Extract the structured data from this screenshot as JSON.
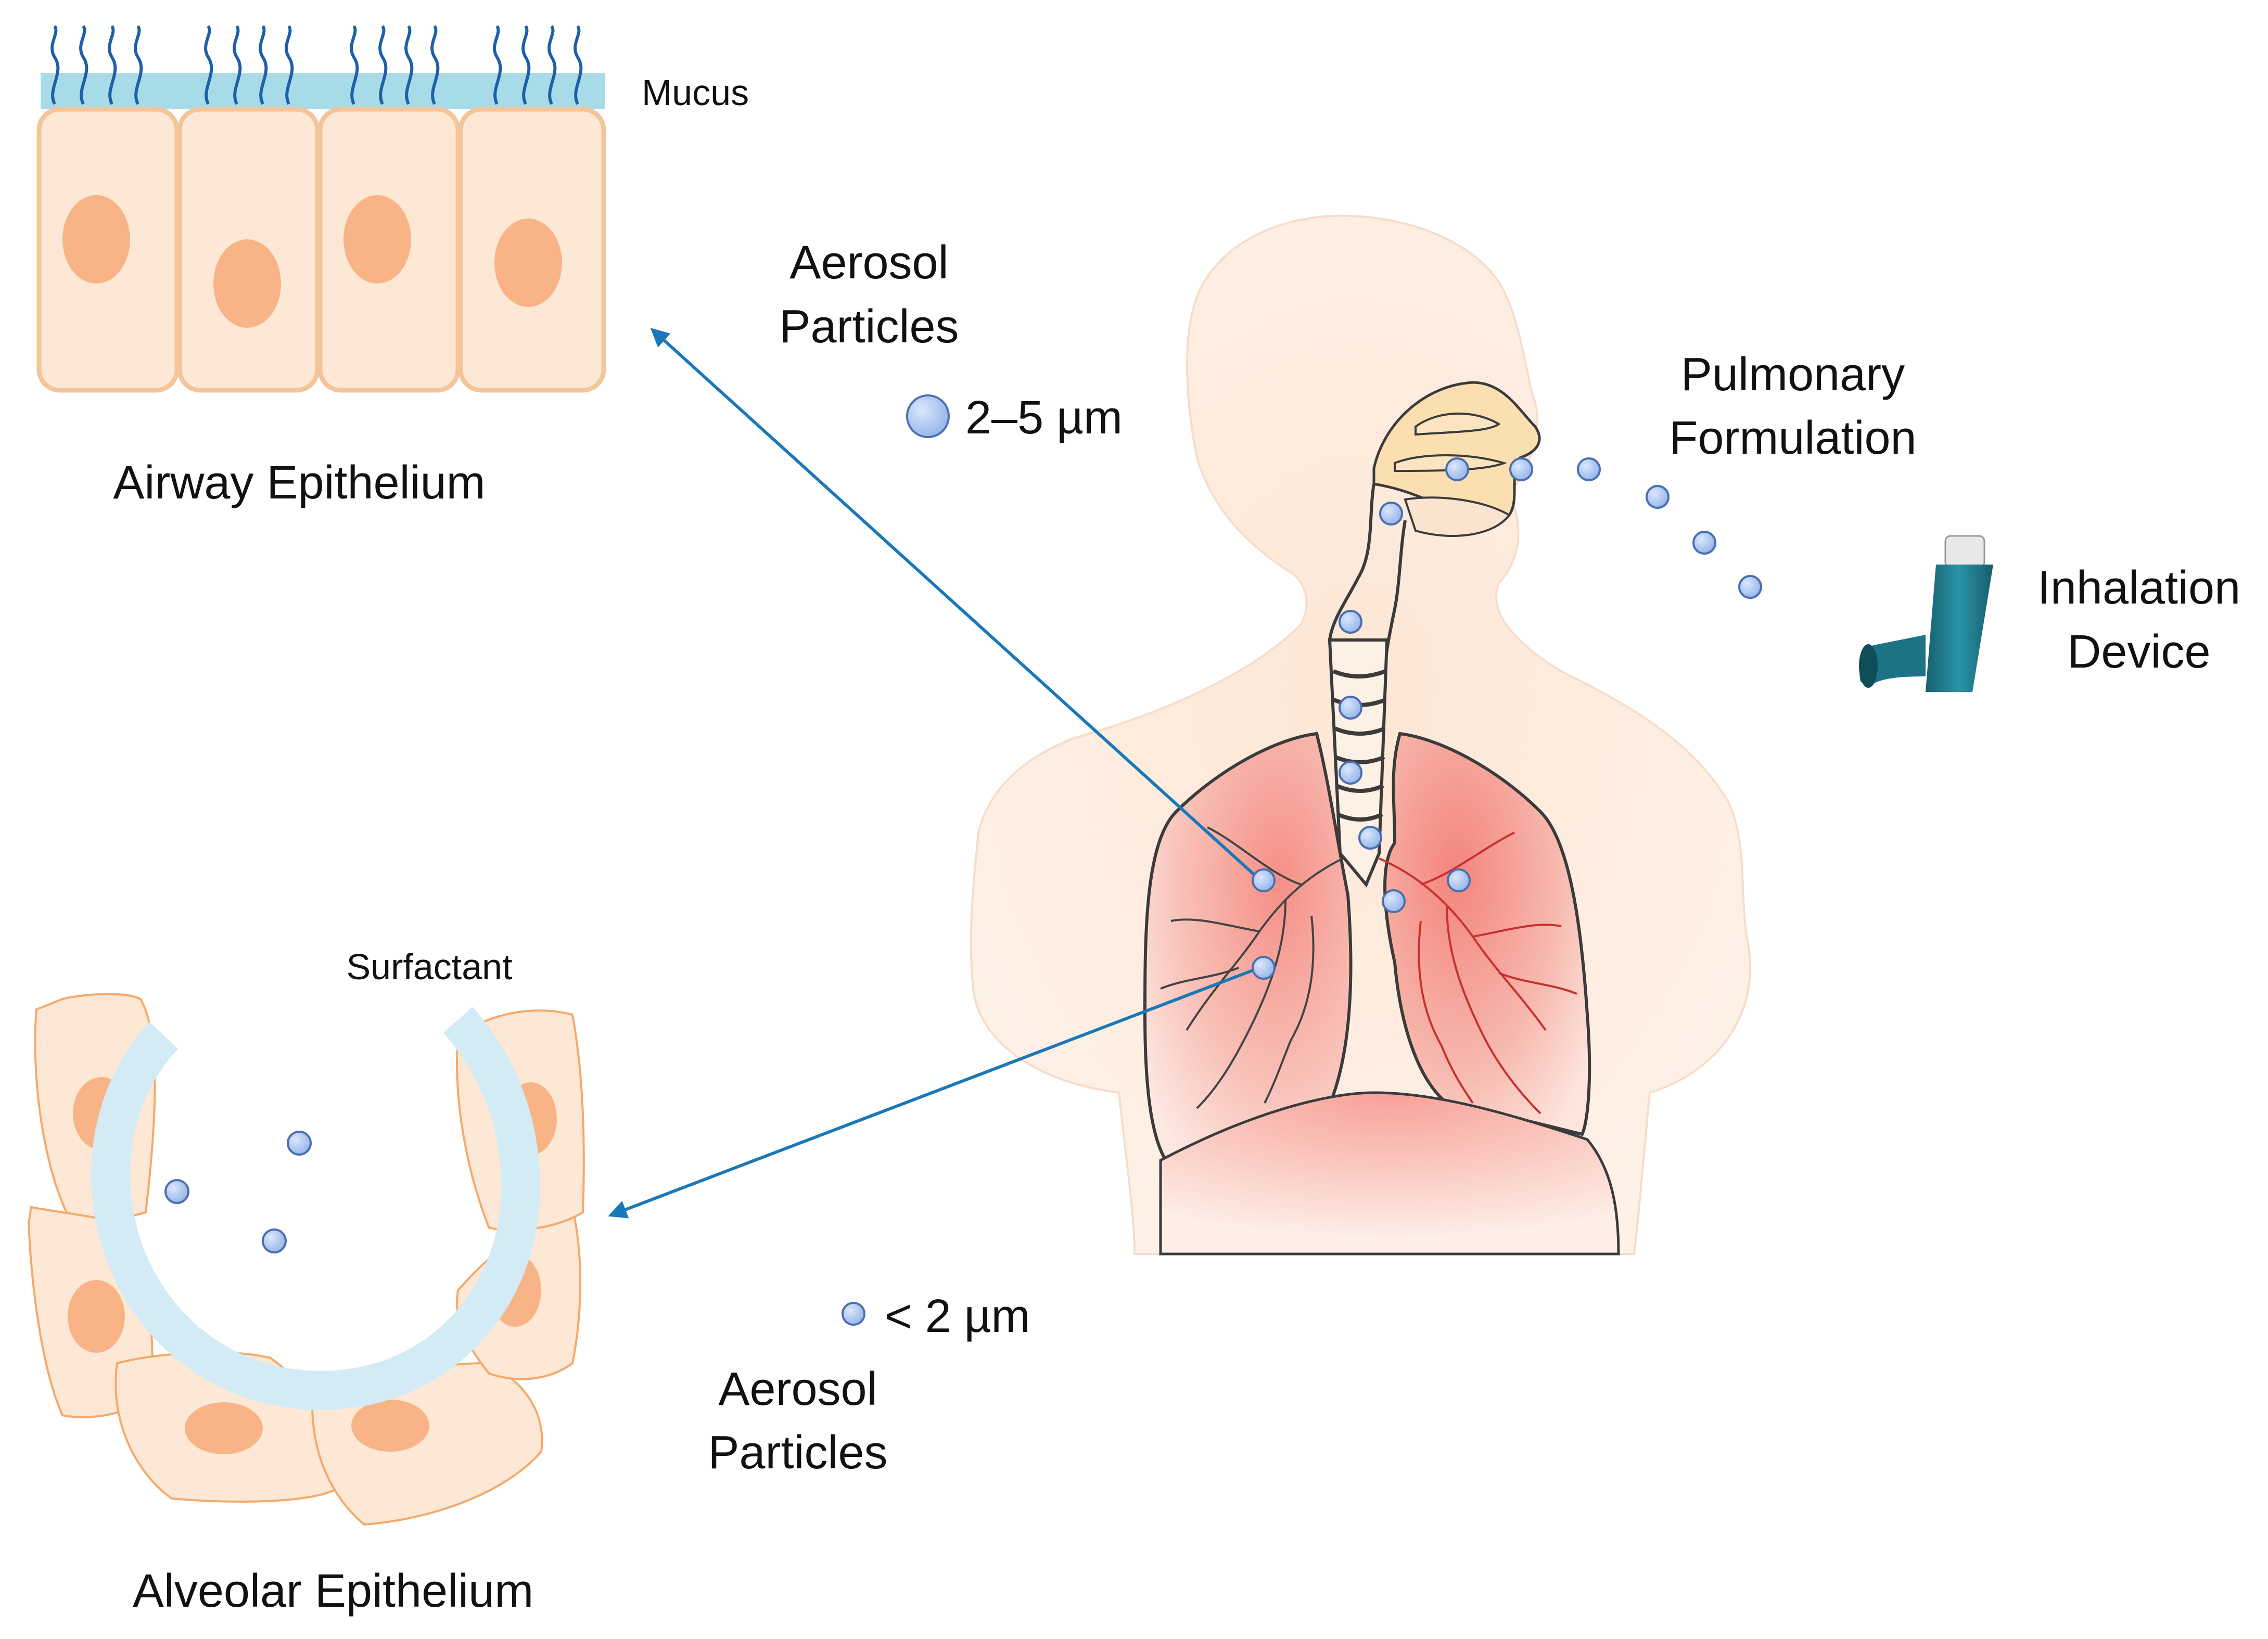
{
  "labels": {
    "mucus": "Mucus",
    "airway_epithelium": "Airway Epithelium",
    "aerosol_top_line1": "Aerosol",
    "aerosol_top_line2": "Particles",
    "size_large": "2–5 µm",
    "pulmonary_line1": "Pulmonary",
    "pulmonary_line2": "Formulation",
    "inhalation_line1": "Inhalation",
    "inhalation_line2": "Device",
    "surfactant": "Surfactant",
    "size_small": "< 2 µm",
    "aerosol_bottom_line1": "Aerosol",
    "aerosol_bottom_line2": "Particles",
    "alveolar_epithelium": "Alveolar Epithelium"
  },
  "colors": {
    "arrow": "#1a78b8",
    "particle_fill": "#a9c3ef",
    "particle_stroke": "#4b6fae",
    "mucus": "#a8dbe8",
    "cilia": "#1f5fa8",
    "cell_fill": "#fde8d6",
    "cell_stroke": "#f4c49a",
    "nucleus": "#f8b487",
    "surfactant": "#d3ebf5",
    "body_fill": "#fdeee2",
    "lung_fill": "#f7a9a1",
    "inhaler": "#1f7f92"
  },
  "icons": [
    "mucus-layer",
    "airway-cells",
    "alveolar-cells",
    "human-torso",
    "lungs",
    "inhaler-icon",
    "aerosol-particle"
  ]
}
